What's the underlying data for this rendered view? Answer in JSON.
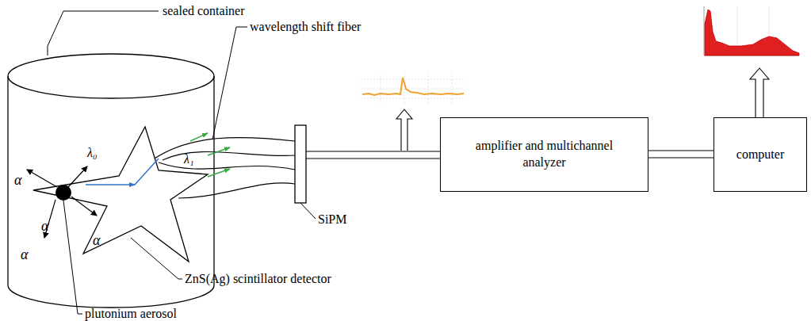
{
  "diagram": {
    "nodes": [
      {
        "text": [
          "amplifier and multichannel analyzer"
        ]
      },
      {
        "text": [
          "computer"
        ]
      }
    ],
    "edges": [
      {
        "from": 0,
        "to": 1,
        "arrow": "none"
      }
    ],
    "labels": [
      "sealed container",
      "wavelength shift fiber",
      "SiPM",
      "ZnS(Ag) scintillator detector",
      "plutonium aerosol",
      "α",
      "α",
      "α",
      "α",
      "λ₀",
      "λ₁"
    ]
  }
}
